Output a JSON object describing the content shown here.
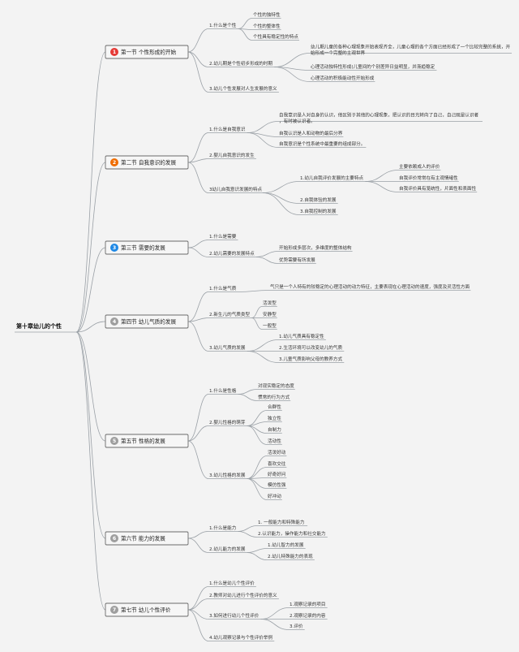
{
  "root": {
    "label": "第十章幼儿的个性"
  },
  "badge_colors": [
    "#e53935",
    "#ef6c00",
    "#1e88e5",
    "#9e9e9e",
    "#9e9e9e",
    "#9e9e9e",
    "#9e9e9e"
  ],
  "sections": [
    {
      "number": "1",
      "label": "第一节 个性形成的开始",
      "items": [
        {
          "label": "1.什么是个性",
          "children": [
            {
              "label": "个性的独特性"
            },
            {
              "label": "个性的整体性"
            },
            {
              "label": "个性具有稳定性的特点"
            }
          ]
        },
        {
          "label": "2.幼儿期是个性初步形成的时期",
          "children": [
            {
              "label": "幼儿期儿童的各种心理现象开始表现齐全，儿童心理的各个方面已经形成了一个比较完整的系统，开始形成一个完整的主观世界"
            },
            {
              "label": "心理活动独特性形成(儿童间的个别差异日益明显，并渐趋稳定"
            },
            {
              "label": "心理活动的积极能动性开始形成"
            }
          ]
        },
        {
          "label": "3.幼儿个性发展对人生发展的意义"
        }
      ]
    },
    {
      "number": "2",
      "label": "第二节 自我意识的发展",
      "items": [
        {
          "label": "1.什么是自我意识",
          "children": [
            {
              "label": "自我意识是人对自身的认识，他区别于其他的心理现象，把认识的目光转向了自己，自己既是认识者，有时被认识者。"
            },
            {
              "label": "自我认识是人和动物的最后分界"
            },
            {
              "label": "自我意识是个性系统中最重要的组成部分。"
            }
          ]
        },
        {
          "label": "2.婴儿自我意识的发生"
        },
        {
          "label": "3幼儿自我意识发展的特点",
          "children": [
            {
              "label": "1.幼儿自我评价发展的主要特点",
              "children": [
                {
                  "label": "主要依赖成人的评价"
                },
                {
                  "label": "自我评价常常在有主观情绪性"
                },
                {
                  "label": "自我评价具有笼统性，片面性和表面性"
                }
              ]
            },
            {
              "label": "2.自我体验的发展"
            },
            {
              "label": "3.自我控制的发展"
            }
          ]
        }
      ]
    },
    {
      "number": "3",
      "label": "第三节 需要的发展",
      "items": [
        {
          "label": "1.什么是需要"
        },
        {
          "label": "2.幼儿需要的发展特点",
          "children": [
            {
              "label": "开始形成多层次，多维度的整体结构"
            },
            {
              "label": "优势需要有所发展"
            }
          ]
        }
      ]
    },
    {
      "number": "4",
      "label": "第四节 幼儿气质的发展",
      "items": [
        {
          "label": "1.什么是气质",
          "children": [
            {
              "label": "气只是一个人特有的较稳定的心理活动的动力特征，主要表现在心理活动的速度，强度及灵活性方面"
            }
          ]
        },
        {
          "label": "2.新生儿的气质类型",
          "children": [
            {
              "label": "活泼型"
            },
            {
              "label": "安静型"
            },
            {
              "label": "一般型"
            }
          ]
        },
        {
          "label": "3.幼儿气质的发展",
          "children": [
            {
              "label": "1.幼儿气质具有稳定性"
            },
            {
              "label": "2.生活环境可以改变幼儿的气质"
            },
            {
              "label": "3.儿童气质影响父母的教养方式"
            }
          ]
        }
      ]
    },
    {
      "number": "5",
      "label": "第五节 性格的发展",
      "items": [
        {
          "label": "1.什么是性格",
          "children": [
            {
              "label": "对现实稳定的态度"
            },
            {
              "label": "惯常的行为方式"
            }
          ]
        },
        {
          "label": "2.婴儿性格的萌芽",
          "children": [
            {
              "label": "合群性"
            },
            {
              "label": "独立性"
            },
            {
              "label": "自制力"
            },
            {
              "label": "活动性"
            }
          ]
        },
        {
          "label": "3.幼儿性格的发展",
          "children": [
            {
              "label": "活泼好动"
            },
            {
              "label": "喜欢交往"
            },
            {
              "label": "好奇好问"
            },
            {
              "label": "模仿性强"
            },
            {
              "label": "好冲动"
            }
          ]
        }
      ]
    },
    {
      "number": "6",
      "label": "第六节 能力的发展",
      "items": [
        {
          "label": "1.什么是能力",
          "children": [
            {
              "label": "1. 一般能力和特殊能力"
            },
            {
              "label": "2.认识能力，操作能力和社交能力"
            }
          ]
        },
        {
          "label": "2.幼儿能力的发展",
          "children": [
            {
              "label": "1.幼儿智力的发展"
            },
            {
              "label": "2.幼儿特殊能力的表现"
            }
          ]
        }
      ]
    },
    {
      "number": "7",
      "label": "第七节 幼儿个性评价",
      "items": [
        {
          "label": "1.什么是幼儿个性评价"
        },
        {
          "label": "2.教师对幼儿进行个性评价的意义"
        },
        {
          "label": "3.如何进行幼儿个性评价",
          "children": [
            {
              "label": "1.观察记录的项目"
            },
            {
              "label": "2.观察记录的内容"
            },
            {
              "label": "3.评价"
            }
          ]
        },
        {
          "label": "4.幼儿观察记录与个性评价举例"
        }
      ]
    }
  ]
}
